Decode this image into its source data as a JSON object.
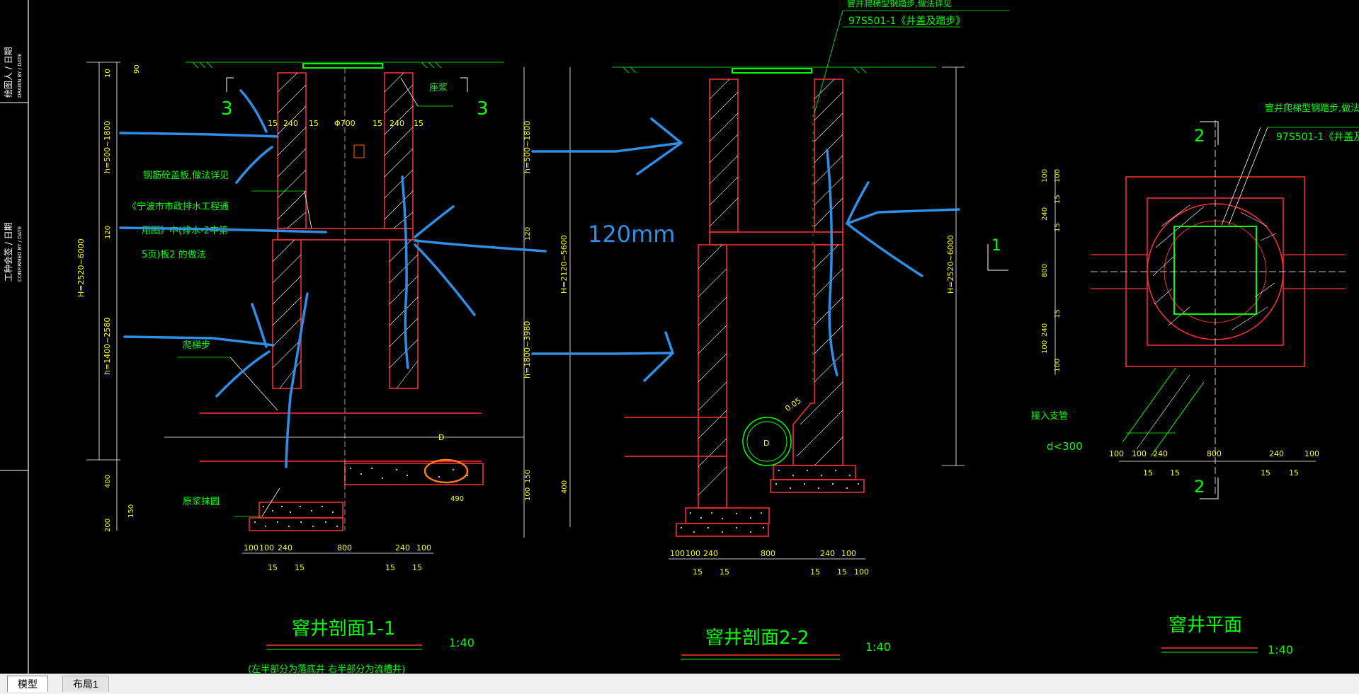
{
  "title_block": {
    "drawn_by": "绘图人 / 日期",
    "drawn_by_en": "DRAWN BY / DATE",
    "confirmed_by": "工种会签 / 日期",
    "confirmed_by_en": "CONFIRMED BY / DATE"
  },
  "annotation": {
    "text": "120mm"
  },
  "section_1": {
    "title": "窨井剖面1-1",
    "scale": "1:40",
    "note": "(左半部分为落底井 右半部分为流槽井)",
    "labels": {
      "mortar": "座浆",
      "cover_slab": "钢筋砼盖板,做法详见",
      "ref1": "《宁波市市政排水工程通",
      "ref2": "用图》中(排水-2中第",
      "ref3": "5页)板2 的做法",
      "step": "爬梯步",
      "mortar_ring": "原浆抹圆",
      "section_mark": "3",
      "dia": "Φ700",
      "h_top": "h=500~1800",
      "h_bottom": "h=1400~2580",
      "h_total": "H=2520~6000",
      "d": "D",
      "dim_490": "490",
      "dim_10": "10",
      "dim_90": "90",
      "dim_120": "120",
      "dim_400": "400",
      "dim_150": "150",
      "dim_200": "200",
      "bottom_dims": [
        "100",
        "100",
        "240",
        "800",
        "240",
        "100"
      ],
      "bottom_dims2": [
        "15",
        "15",
        "15",
        "15"
      ],
      "top_dims": [
        "15",
        "240",
        "15",
        "15",
        "240",
        "15"
      ]
    }
  },
  "section_2": {
    "title": "窨井剖面2-2",
    "scale": "1:40",
    "labels": {
      "ladder_top": "窨井爬梯型钢踏步,做法详见",
      "ladder_ref": "97S501-1《井盖及踏步》",
      "h_top": "h=500~1800",
      "h_bottom": "h=1800~3980",
      "h_mid": "H=2120~5600",
      "h_total": "H=2520~6000",
      "slope": "0.05",
      "d": "D",
      "dim_120": "120",
      "dim_150": "150",
      "dim_100": "100",
      "dim_400": "400",
      "bottom_dims": [
        "100",
        "100",
        "240",
        "800",
        "240",
        "100"
      ],
      "bottom_dims2": [
        "15",
        "15",
        "15",
        "15",
        "100"
      ]
    }
  },
  "plan": {
    "title": "窨井平面",
    "scale": "1:40",
    "labels": {
      "ladder": "窨井爬梯型钢踏步,做法详",
      "ladder_ref": "97S501-1《井盖及",
      "branch": "接入支管",
      "dlimit": "d<300",
      "sec2": "2",
      "sec1": "1",
      "bottom_dims": [
        "100",
        "100",
        "240",
        "800",
        "240",
        "100"
      ],
      "bottom_dims2": [
        "15",
        "15",
        "15",
        "15"
      ],
      "left_dims": [
        "100",
        "100",
        "240",
        "15",
        "15",
        "800",
        "15",
        "240",
        "100",
        "100"
      ]
    }
  },
  "tabs": [
    "模型",
    "布局1"
  ]
}
